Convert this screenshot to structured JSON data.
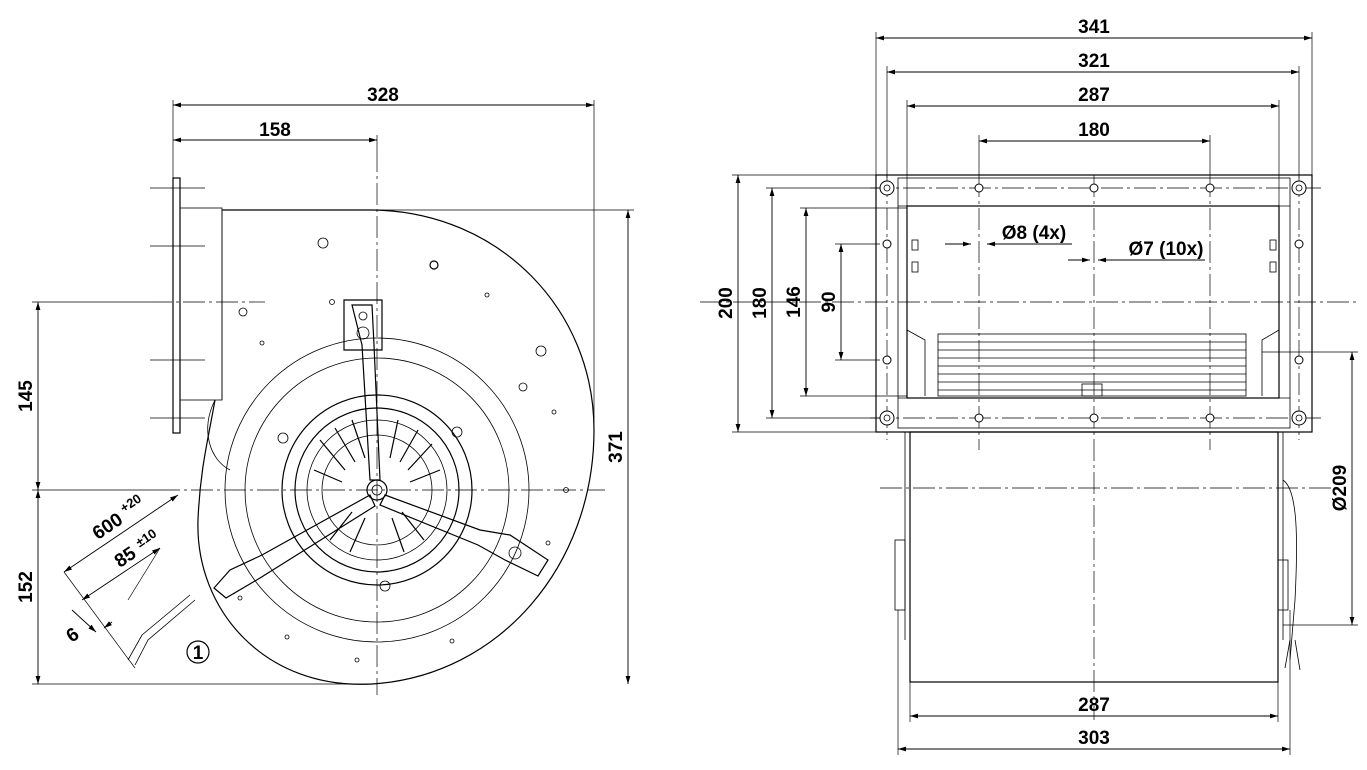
{
  "side_view": {
    "dims": {
      "d328": "328",
      "d158": "158",
      "d145": "145",
      "d152": "152",
      "d371": "371",
      "d600": "600",
      "d600_tol": "+20",
      "d85": "85",
      "d85_tol": "±10",
      "d6": "6"
    },
    "callout": "1"
  },
  "front_view": {
    "dims": {
      "d341": "341",
      "d321": "321",
      "d287_top": "287",
      "d180_h": "180",
      "d200": "200",
      "d180_v": "180",
      "d146": "146",
      "d90": "90",
      "hole8": "Ø8 (4x)",
      "hole7": "Ø7 (10x)",
      "d209": "Ø209",
      "d287_bottom": "287",
      "d303": "303"
    }
  }
}
